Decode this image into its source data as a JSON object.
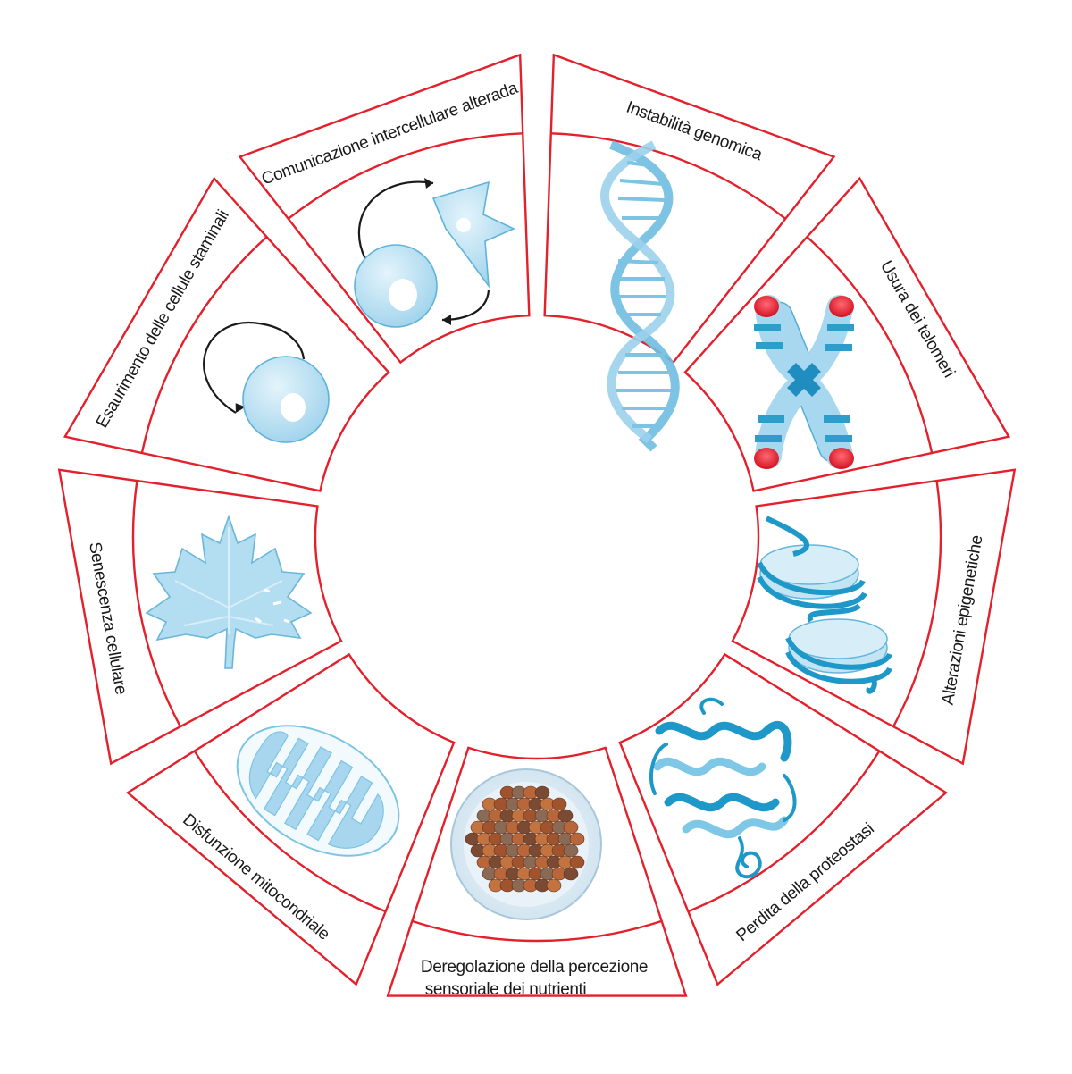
{
  "colors": {
    "outline": "#e3202b",
    "illustration_light": "#b9e2f4",
    "illustration_dark": "#1e97c9",
    "telomere_red": "#e5132b",
    "nutrient_brown": "#a0532c"
  },
  "segments": [
    {
      "label": "Instabilità genomica",
      "icon": "dna-double-helix-icon"
    },
    {
      "label": "Usura dei telomeri",
      "icon": "chromosome-telomeres-icon"
    },
    {
      "label": "Alterazioni epigenetiche",
      "icon": "nucleosome-icon"
    },
    {
      "label": "Perdita della proteostasi",
      "icon": "protein-structure-icon"
    },
    {
      "label_lines": [
        "Deregolazione della percezione",
        "sensoriale dei nutrienti"
      ],
      "icon": "nutrient-granules-icon"
    },
    {
      "label": "Disfunzione mitocondriale",
      "icon": "mitochondrion-icon"
    },
    {
      "label": "Senescenza cellulare",
      "icon": "withered-leaf-icon"
    },
    {
      "label": "Esaurimento delle cellule staminali",
      "icon": "stem-cell-icon"
    },
    {
      "label": "Comunicazione intercellulare alterada",
      "icon": "intercellular-communication-icon"
    }
  ]
}
